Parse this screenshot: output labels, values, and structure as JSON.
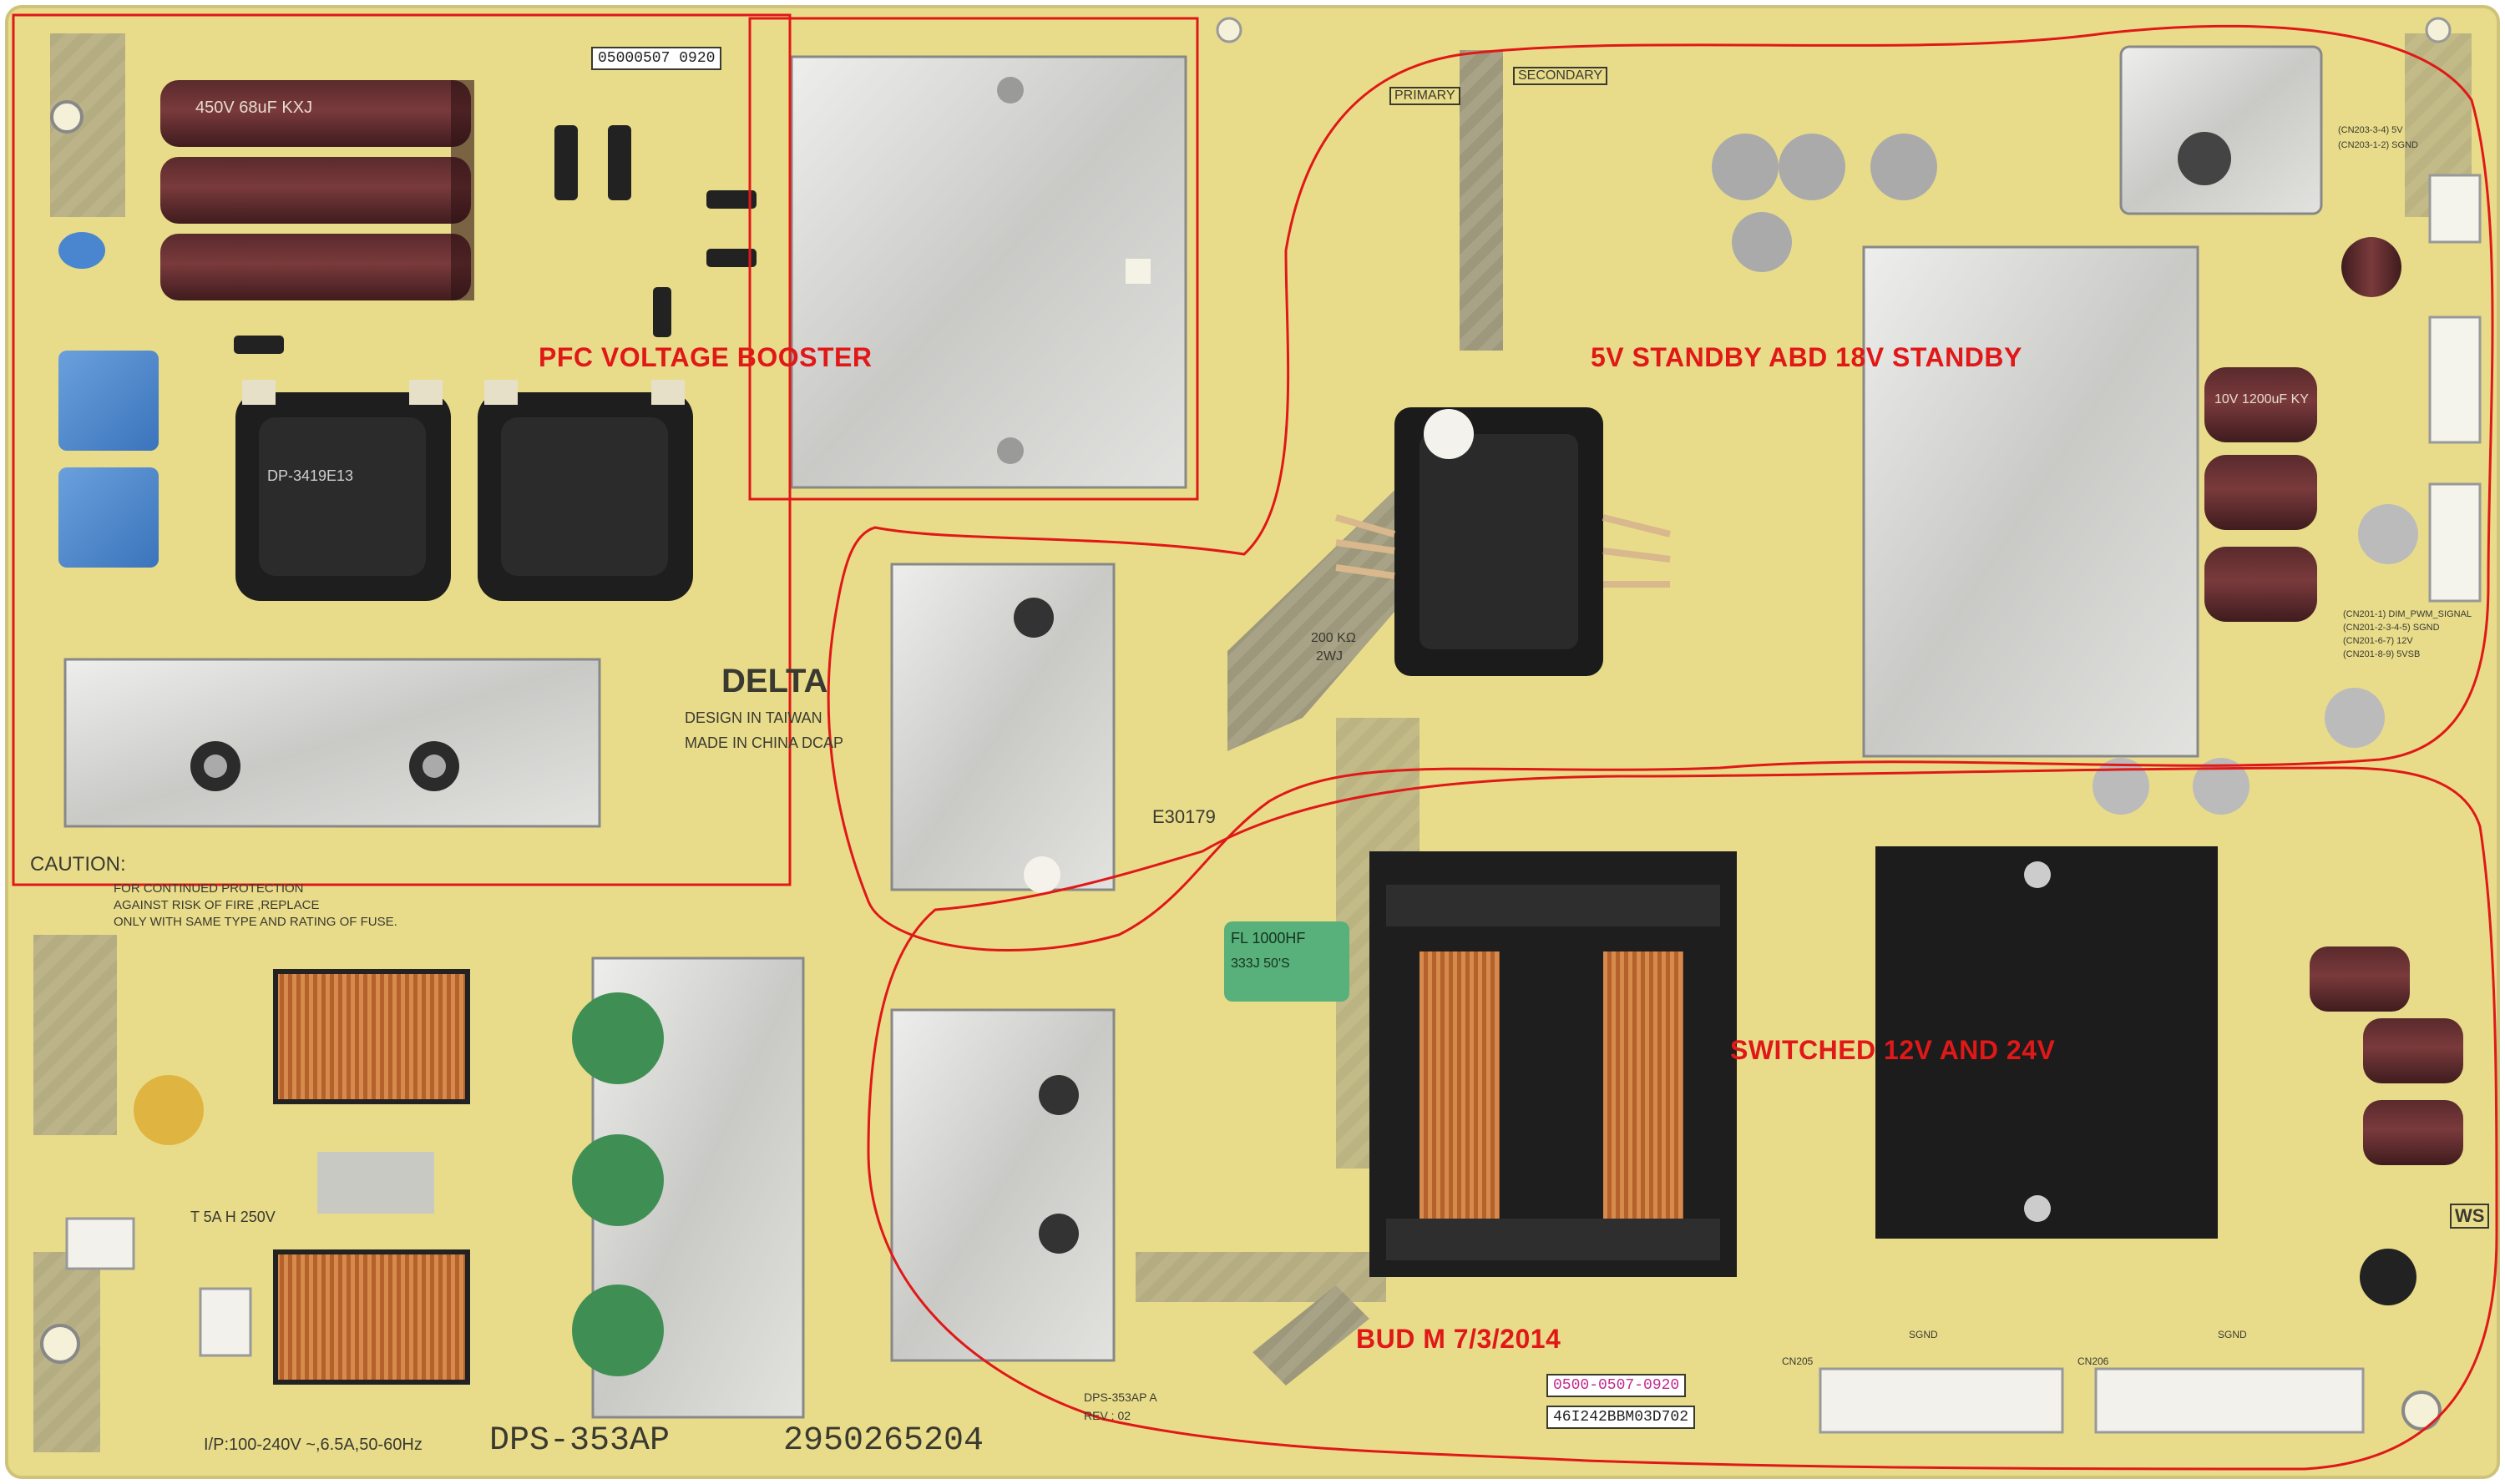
{
  "board": {
    "background": "#e8dc8a",
    "accent_red": "#e01818"
  },
  "annotations": {
    "pfc": "PFC VOLTAGE BOOSTER",
    "standby": "5V STANDBY ABD 18V STANDBY",
    "switched": "SWITCHED 12V AND 24V",
    "signature": "BUD M 7/3/2014"
  },
  "silkscreen": {
    "model": "DPS-353AP",
    "part_no": "2950265204",
    "input_rating": "I/P:100-240V ~,6.5A,50-60Hz",
    "fuse": "T 5A H 250V",
    "caution_title": "CAUTION:",
    "caution_text_1": "FOR CONTINUED PROTECTION",
    "caution_text_2": "AGAINST RISK OF FIRE ,REPLACE",
    "caution_text_3": "ONLY WITH SAME TYPE AND RATING OF FUSE.",
    "design": "DESIGN IN TAIWAN",
    "made": "MADE IN CHINA DCAP",
    "brand": "DELTA",
    "primary": "PRIMARY",
    "secondary": "SECONDARY",
    "rev_label": "DPS-353AP A",
    "rev": "REV : 02",
    "ws": "WS",
    "sgnd": "SGND",
    "cn205": "CN205",
    "cn206": "CN206"
  },
  "labels": {
    "top_barcode": "05000507 0920",
    "bottom_pink": "0500-0507-0920",
    "bottom_serial": "46I242BBM03D702",
    "cap_big": "450V 68uF KXJ",
    "cap_small": "10V 1200uF KY",
    "film_cap": "FL 1000HF",
    "film_cap_2": "333J 50'S",
    "res_1": "2WJ",
    "res_2": "200 KΩ",
    "transformer_core": "DP-3419E13",
    "cn203_note": "(CN203-3-4) 5V",
    "cn203_note_2": "(CN203-1-2) SGND",
    "cn201_note": "(CN201-1) DIM_PWM_SIGNAL",
    "cn201_note_2": "(CN201-2-3-4-5) SGND",
    "cn201_note_3": "(CN201-6-7) 12V",
    "cn201_note_4": "(CN201-8-9) 5VSB",
    "e_mark": "E30179"
  }
}
